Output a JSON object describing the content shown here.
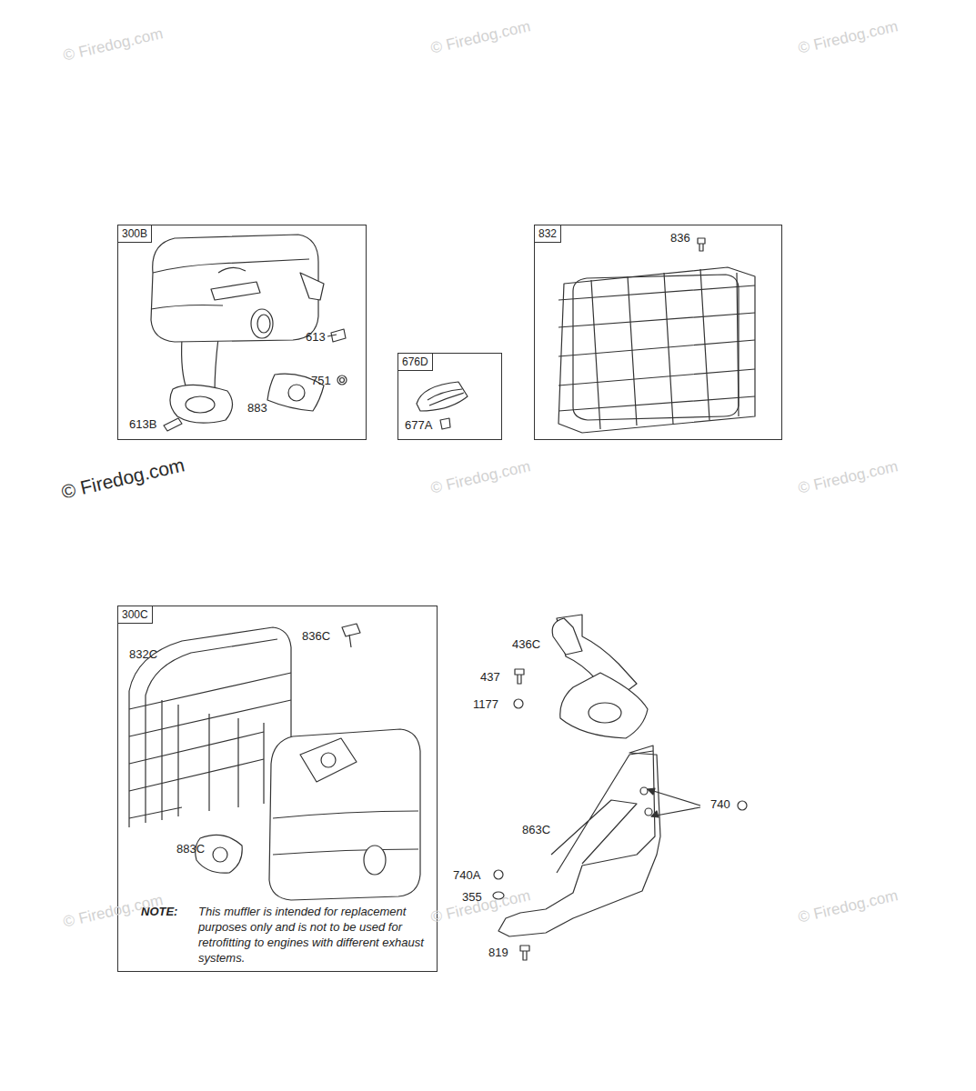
{
  "diagram": {
    "nodes": [
      {
        "text": [
          "300B"
        ]
      },
      {
        "text": [
          "676D"
        ]
      },
      {
        "text": [
          "832"
        ]
      },
      {
        "text": [
          "300C"
        ]
      }
    ],
    "labels": [
      "613",
      "751",
      "883",
      "613B",
      "677A",
      "836",
      "836C",
      "832C",
      "883C",
      "436C",
      "437",
      "1177",
      "740",
      "863C",
      "740A",
      "355",
      "819",
      "NOTE:",
      "This muffler is intended for replacement purposes only and is not to be used for retrofitting to engines with different exhaust systems.",
      "© Firedog.com",
      "© Firedog.com",
      "© Firedog.com",
      "© Firedog.com",
      "© Firedog.com",
      "© Firedog.com",
      "© Firedog.com",
      "© Firedog.com",
      "© Firedog.com"
    ]
  }
}
